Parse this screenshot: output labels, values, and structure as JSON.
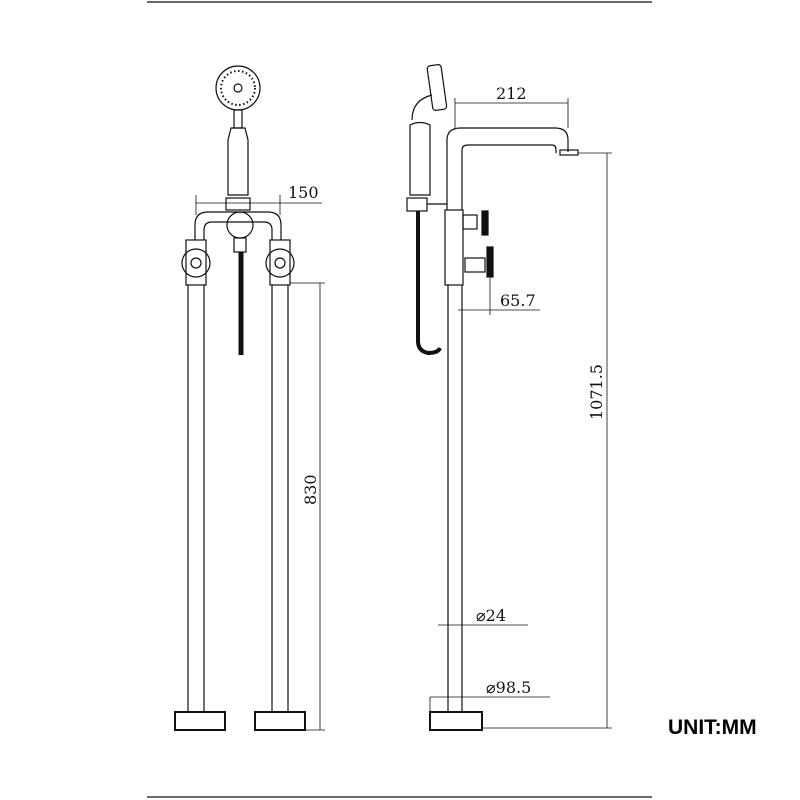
{
  "dimensions": {
    "front_width": "150",
    "front_height": "830",
    "spout_reach": "212",
    "valve_offset": "65.7",
    "total_height": "1071.5",
    "pipe_diameter": "⌀24",
    "base_diameter": "⌀98.5"
  },
  "unit_label": "UNIT:MM",
  "colors": {
    "line": "#111111",
    "background": "#ffffff"
  }
}
